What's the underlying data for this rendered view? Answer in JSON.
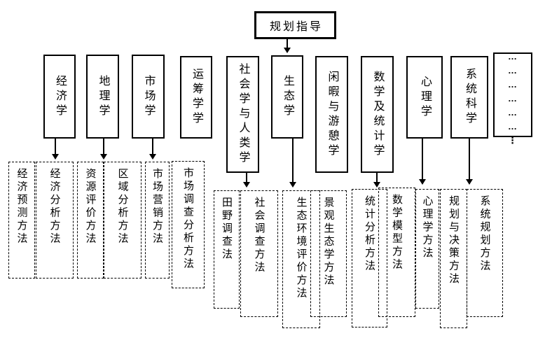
{
  "title_box": {
    "label": "规划指导"
  },
  "disciplines": [
    {
      "label": "经济学"
    },
    {
      "label": "地理学"
    },
    {
      "label": "市场学"
    },
    {
      "label": "运筹学学"
    },
    {
      "label": "社会学与人类学"
    },
    {
      "label": "生态学"
    },
    {
      "label": "闲暇与游憩学"
    },
    {
      "label": "数学及统计学"
    },
    {
      "label": "心理学"
    },
    {
      "label": "系统科学"
    }
  ],
  "ellipsis_box": {
    "lines": [
      "…",
      "…",
      "…",
      "…",
      "…",
      "…",
      "⋮"
    ]
  },
  "methods": [
    {
      "label": "经济预测方法"
    },
    {
      "label": "经济分析方法"
    },
    {
      "label": "资源评价方法"
    },
    {
      "label": "区域分析方法"
    },
    {
      "label": "市场营销方法"
    },
    {
      "label": "市场调查分析方法"
    },
    {
      "label": "田野调查法"
    },
    {
      "label": "社会调查方法"
    },
    {
      "label": "生态环境评价方法"
    },
    {
      "label": "景观生态学方法"
    },
    {
      "label": "统计分析方法"
    },
    {
      "label": "数学模型方法"
    },
    {
      "label": "心理学方法"
    },
    {
      "label": "规划与决策方法"
    },
    {
      "label": "系统规划方法"
    }
  ],
  "colors": {
    "line": "#000000",
    "background": "#ffffff"
  }
}
